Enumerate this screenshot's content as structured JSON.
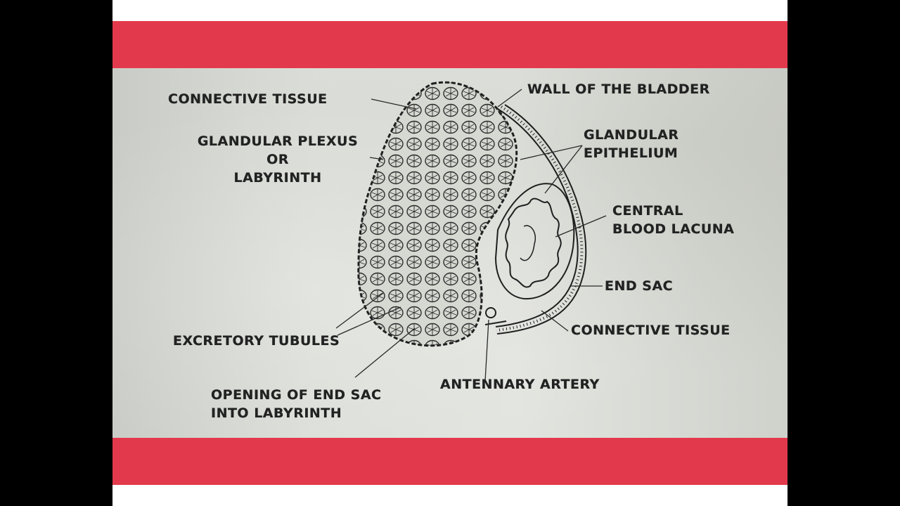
{
  "labels": {
    "connective_tissue_top": "CONNECTIVE TISSUE",
    "wall_of_bladder": "WALL OF THE BLADDER",
    "glandular_plexus": [
      "GLANDULAR PLEXUS",
      "OR",
      "LABYRINTH"
    ],
    "glandular_epithelium": [
      "GLANDULAR",
      "EPITHELIUM"
    ],
    "central_blood_lacuna": [
      "CENTRAL",
      "BLOOD LACUNA"
    ],
    "end_sac": "END SAC",
    "connective_tissue_bottom": "CONNECTIVE TISSUE",
    "excretory_tubules": "EXCRETORY TUBULES",
    "antennary_artery": "ANTENNARY ARTERY",
    "opening_end_sac": [
      "OPENING OF END SAC",
      "INTO LABYRINTH"
    ]
  },
  "colors": {
    "background": "#000000",
    "frame": "#ffffff",
    "accent_band": "#e23a4c",
    "paper": "#dcdfd9",
    "ink": "#222222"
  }
}
